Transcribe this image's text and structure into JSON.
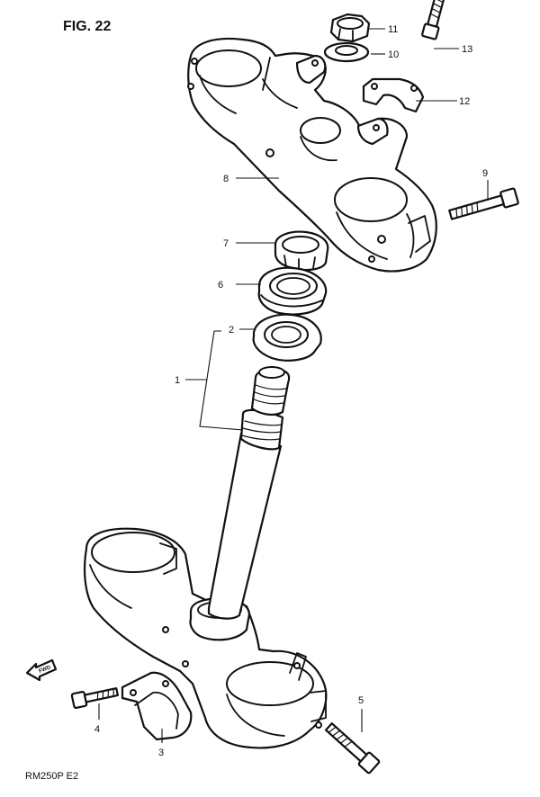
{
  "figure": {
    "title": "FIG. 22",
    "model_code": "RM250P  E2",
    "direction_marker": "FWD"
  },
  "callouts": [
    {
      "number": "1",
      "part": "steering stem"
    },
    {
      "number": "2",
      "part": "lower bearing"
    },
    {
      "number": "3",
      "part": "handlebar holder"
    },
    {
      "number": "4",
      "part": "bolt"
    },
    {
      "number": "5",
      "part": "bolt"
    },
    {
      "number": "6",
      "part": "upper bearing"
    },
    {
      "number": "7",
      "part": "stem nut"
    },
    {
      "number": "8",
      "part": "upper bracket"
    },
    {
      "number": "9",
      "part": "bolt"
    },
    {
      "number": "10",
      "part": "washer"
    },
    {
      "number": "11",
      "part": "stem head nut"
    },
    {
      "number": "12",
      "part": "handlebar clamp"
    },
    {
      "number": "13",
      "part": "bolt"
    }
  ]
}
